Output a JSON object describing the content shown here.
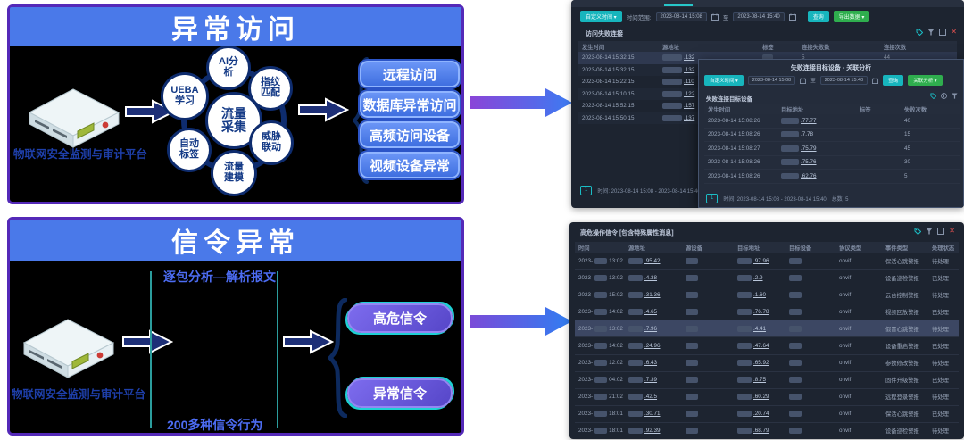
{
  "colors": {
    "accent_teal": "#1bbec6",
    "green": "#2fae4e",
    "red": "#e05050",
    "header_blue": "#4a79e9",
    "panel_border_purple": "#5429b8",
    "button_blue": "#4a7cf0",
    "button_purple": "#6a5ae0",
    "arrow_gradient": [
      "#8a45d8",
      "#3b7bf2"
    ]
  },
  "icons": {
    "close": "✕",
    "to": "至"
  },
  "pa": {
    "title": "异常访问",
    "platform": "物联网安全监测与审计平台",
    "center": "流量\n采集",
    "ring": [
      "AI分\n析",
      "指纹\n匹配",
      "威胁\n联动",
      "流量\n建模",
      "自动\n标签",
      "UEBA\n学习"
    ],
    "outputs": [
      "远程访问",
      "数据库异常访问",
      "高频访问设备",
      "视频设备异常"
    ]
  },
  "pb": {
    "title": "信令异常",
    "platform": "物联网安全监测与审计平台",
    "top_note": "逐包分析—解析报文",
    "bottom_note": "200多种信令行为",
    "outputs": [
      "高危信令",
      "异常信令"
    ]
  },
  "dt": {
    "toolbar": {
      "preset": "自定义时间 ▾",
      "range_label": "时间范围:",
      "start": "2023-08-14 15:08",
      "end": "2023-08-14 15:40",
      "query": "查询",
      "export": "导出数据 ▾"
    },
    "panel_title": "访问失败连接",
    "tableA": {
      "widths": [
        90,
        112,
        44,
        92,
        86
      ],
      "headers": [
        "发生时间",
        "源地址",
        "标签",
        "连接失败数",
        "连接次数"
      ],
      "rows": [
        {
          "hl": true,
          "c": [
            {
              "k": "t",
              "v": "2023-08-14 15:32:15"
            },
            {
              "k": "p",
              "w": 22,
              "b": ".132",
              "u": true
            },
            {
              "k": "r",
              "w": 12
            },
            {
              "k": "t",
              "v": "5"
            },
            {
              "k": "t",
              "v": "44"
            }
          ]
        },
        {
          "c": [
            {
              "k": "t",
              "v": "2023-08-14 15:32:15"
            },
            {
              "k": "p",
              "w": 22,
              "b": ".132",
              "u": true
            }
          ]
        },
        {
          "c": [
            {
              "k": "t",
              "v": "2023-08-14 15:22:15"
            },
            {
              "k": "p",
              "w": 22,
              "b": ".110",
              "u": true
            }
          ]
        },
        {
          "c": [
            {
              "k": "t",
              "v": "2023-08-14 15:10:15"
            },
            {
              "k": "p",
              "w": 22,
              "b": ".122",
              "u": true
            }
          ]
        },
        {
          "c": [
            {
              "k": "t",
              "v": "2023-08-14 15:52:15"
            },
            {
              "k": "p",
              "w": 22,
              "b": ".157",
              "u": true
            }
          ]
        },
        {
          "c": [
            {
              "k": "t",
              "v": "2023-08-14 15:50:15"
            },
            {
              "k": "p",
              "w": 22,
              "b": ".137",
              "u": true
            }
          ]
        }
      ]
    },
    "footer": {
      "page": "1",
      "time_range": "时间: 2023-08-14 15:08 - 2023-08-14 15:40",
      "total": "总数: 5"
    },
    "overlay": {
      "title": "失败连接目标设备 - 关联分析",
      "toolbar": {
        "preset": "自定义时间 ▾",
        "start": "2023-08-14 15:08",
        "end": "2023-08-14 15:40",
        "query": "查询",
        "assoc": "关联分析 ▾"
      },
      "section_title": "失败连接目标设备",
      "table": {
        "widths": [
          82,
          88,
          50,
          56
        ],
        "headers": [
          "发生时间",
          "目标地址",
          "标签",
          "失败次数"
        ],
        "rows": [
          {
            "c": [
              {
                "k": "t",
                "v": "2023-08-14 15:08:26"
              },
              {
                "k": "p",
                "w": 20,
                "b": ".77.77",
                "u": true
              },
              {
                "k": "t",
                "v": ""
              },
              {
                "k": "t",
                "v": "40"
              }
            ]
          },
          {
            "c": [
              {
                "k": "t",
                "v": "2023-08-14 15:08:26"
              },
              {
                "k": "p",
                "w": 20,
                "b": ".7.78",
                "u": true
              },
              {
                "k": "t",
                "v": ""
              },
              {
                "k": "t",
                "v": "15"
              }
            ]
          },
          {
            "c": [
              {
                "k": "t",
                "v": "2023-08-14 15:08:27"
              },
              {
                "k": "p",
                "w": 20,
                "b": ".75.79",
                "u": true
              },
              {
                "k": "t",
                "v": ""
              },
              {
                "k": "t",
                "v": "45"
              }
            ]
          },
          {
            "c": [
              {
                "k": "t",
                "v": "2023-08-14 15:08:26"
              },
              {
                "k": "p",
                "w": 20,
                "b": ".75.76",
                "u": true
              },
              {
                "k": "t",
                "v": ""
              },
              {
                "k": "t",
                "v": "30"
              }
            ]
          },
          {
            "c": [
              {
                "k": "t",
                "v": "2023-08-14 15:08:26"
              },
              {
                "k": "p",
                "w": 20,
                "b": ".62.76",
                "u": true
              },
              {
                "k": "t",
                "v": ""
              },
              {
                "k": "t",
                "v": "5"
              }
            ]
          }
        ]
      },
      "footer": {
        "page": "1",
        "time_range": "时间: 2023-08-14 15:08 - 2023-08-14 15:40",
        "total": "总数: 5"
      }
    }
  },
  "db": {
    "title": "高危操作信令 [包含特殊属性消息]",
    "table": {
      "widths": [
        56,
        64,
        58,
        58,
        56,
        52,
        52,
        46
      ],
      "headers": [
        "时间",
        "源地址",
        "源设备",
        "目标地址",
        "目标设备",
        "协议类型",
        "事件类型",
        "处理状态"
      ],
      "rows": [
        {
          "c": [
            {
              "k": "p",
              "a": "2023-",
              "w": 14,
              "b": "13:02"
            },
            {
              "k": "p",
              "w": 16,
              "b": ".95.42",
              "u": true
            },
            {
              "k": "r",
              "w": 14
            },
            {
              "k": "p",
              "w": 16,
              "b": ".97.96",
              "u": true
            },
            {
              "k": "r",
              "w": 14
            },
            {
              "k": "t",
              "v": "onvif"
            },
            {
              "k": "t",
              "v": "保活心跳警报"
            },
            {
              "k": "t",
              "v": "待处理"
            }
          ]
        },
        {
          "c": [
            {
              "k": "p",
              "a": "2023-",
              "w": 14,
              "b": "13:02"
            },
            {
              "k": "p",
              "w": 16,
              "b": ".4.38",
              "u": true
            },
            {
              "k": "r",
              "w": 14
            },
            {
              "k": "p",
              "w": 16,
              "b": ".2.9",
              "u": true
            },
            {
              "k": "r",
              "w": 14
            },
            {
              "k": "t",
              "v": "onvif"
            },
            {
              "k": "t",
              "v": "设备巡检警报"
            },
            {
              "k": "t",
              "v": "已处理"
            }
          ]
        },
        {
          "c": [
            {
              "k": "p",
              "a": "2023-",
              "w": 14,
              "b": "15:02"
            },
            {
              "k": "p",
              "w": 16,
              "b": ".31.36",
              "u": true
            },
            {
              "k": "r",
              "w": 14
            },
            {
              "k": "p",
              "w": 16,
              "b": ".1.60",
              "u": true
            },
            {
              "k": "r",
              "w": 14
            },
            {
              "k": "t",
              "v": "onvif"
            },
            {
              "k": "t",
              "v": "云台控制警报"
            },
            {
              "k": "t",
              "v": "待处理"
            }
          ]
        },
        {
          "c": [
            {
              "k": "p",
              "a": "2023-",
              "w": 14,
              "b": "14:02"
            },
            {
              "k": "p",
              "w": 16,
              "b": ".4.65",
              "u": true
            },
            {
              "k": "r",
              "w": 14
            },
            {
              "k": "p",
              "w": 16,
              "b": ".76.78",
              "u": true
            },
            {
              "k": "r",
              "w": 14
            },
            {
              "k": "t",
              "v": "onvif"
            },
            {
              "k": "t",
              "v": "视频回放警报"
            },
            {
              "k": "t",
              "v": "已处理"
            }
          ]
        },
        {
          "hl": true,
          "c": [
            {
              "k": "p",
              "a": "2023-",
              "w": 14,
              "b": "13:02"
            },
            {
              "k": "p",
              "w": 16,
              "b": ".7.96",
              "u": true
            },
            {
              "k": "r",
              "w": 14
            },
            {
              "k": "p",
              "w": 16,
              "b": ".4.41",
              "u": true
            },
            {
              "k": "r",
              "w": 14
            },
            {
              "k": "t",
              "v": "onvif"
            },
            {
              "k": "t",
              "v": "假冒心跳警报"
            },
            {
              "k": "t",
              "v": "待处理"
            }
          ]
        },
        {
          "c": [
            {
              "k": "p",
              "a": "2023-",
              "w": 14,
              "b": "14:02"
            },
            {
              "k": "p",
              "w": 16,
              "b": ".24.96",
              "u": true
            },
            {
              "k": "r",
              "w": 14
            },
            {
              "k": "p",
              "w": 16,
              "b": ".47.64",
              "u": true
            },
            {
              "k": "r",
              "w": 14
            },
            {
              "k": "t",
              "v": "onvif"
            },
            {
              "k": "t",
              "v": "设备重启警报"
            },
            {
              "k": "t",
              "v": "已处理"
            }
          ]
        },
        {
          "c": [
            {
              "k": "p",
              "a": "2023-",
              "w": 14,
              "b": "12:02"
            },
            {
              "k": "p",
              "w": 16,
              "b": ".6.43",
              "u": true
            },
            {
              "k": "r",
              "w": 14
            },
            {
              "k": "p",
              "w": 16,
              "b": ".65.92",
              "u": true
            },
            {
              "k": "r",
              "w": 14
            },
            {
              "k": "t",
              "v": "onvif"
            },
            {
              "k": "t",
              "v": "参数修改警报"
            },
            {
              "k": "t",
              "v": "待处理"
            }
          ]
        },
        {
          "c": [
            {
              "k": "p",
              "a": "2023-",
              "w": 14,
              "b": "04:02"
            },
            {
              "k": "p",
              "w": 16,
              "b": ".7.39",
              "u": true
            },
            {
              "k": "r",
              "w": 14
            },
            {
              "k": "p",
              "w": 16,
              "b": ".8.75",
              "u": true
            },
            {
              "k": "r",
              "w": 14
            },
            {
              "k": "t",
              "v": "onvif"
            },
            {
              "k": "t",
              "v": "固件升级警报"
            },
            {
              "k": "t",
              "v": "已处理"
            }
          ]
        },
        {
          "c": [
            {
              "k": "p",
              "a": "2023-",
              "w": 14,
              "b": "21:02"
            },
            {
              "k": "p",
              "w": 16,
              "b": ".42.5",
              "u": true
            },
            {
              "k": "r",
              "w": 14
            },
            {
              "k": "p",
              "w": 16,
              "b": ".60.29",
              "u": true
            },
            {
              "k": "r",
              "w": 14
            },
            {
              "k": "t",
              "v": "onvif"
            },
            {
              "k": "t",
              "v": "远程登录警报"
            },
            {
              "k": "t",
              "v": "待处理"
            }
          ]
        },
        {
          "c": [
            {
              "k": "p",
              "a": "2023-",
              "w": 14,
              "b": "18:01"
            },
            {
              "k": "p",
              "w": 16,
              "b": ".30.71",
              "u": true
            },
            {
              "k": "r",
              "w": 14
            },
            {
              "k": "p",
              "w": 16,
              "b": ".20.74",
              "u": true
            },
            {
              "k": "r",
              "w": 14
            },
            {
              "k": "t",
              "v": "onvif"
            },
            {
              "k": "t",
              "v": "保活心跳警报"
            },
            {
              "k": "t",
              "v": "已处理"
            }
          ]
        },
        {
          "c": [
            {
              "k": "p",
              "a": "2023-",
              "w": 14,
              "b": "18:01"
            },
            {
              "k": "p",
              "w": 16,
              "b": ".92.39",
              "u": true
            },
            {
              "k": "r",
              "w": 14
            },
            {
              "k": "p",
              "w": 16,
              "b": ".68.79",
              "u": true
            },
            {
              "k": "r",
              "w": 14
            },
            {
              "k": "t",
              "v": "onvif"
            },
            {
              "k": "t",
              "v": "设备巡检警报"
            },
            {
              "k": "t",
              "v": "待处理"
            }
          ]
        }
      ]
    }
  }
}
